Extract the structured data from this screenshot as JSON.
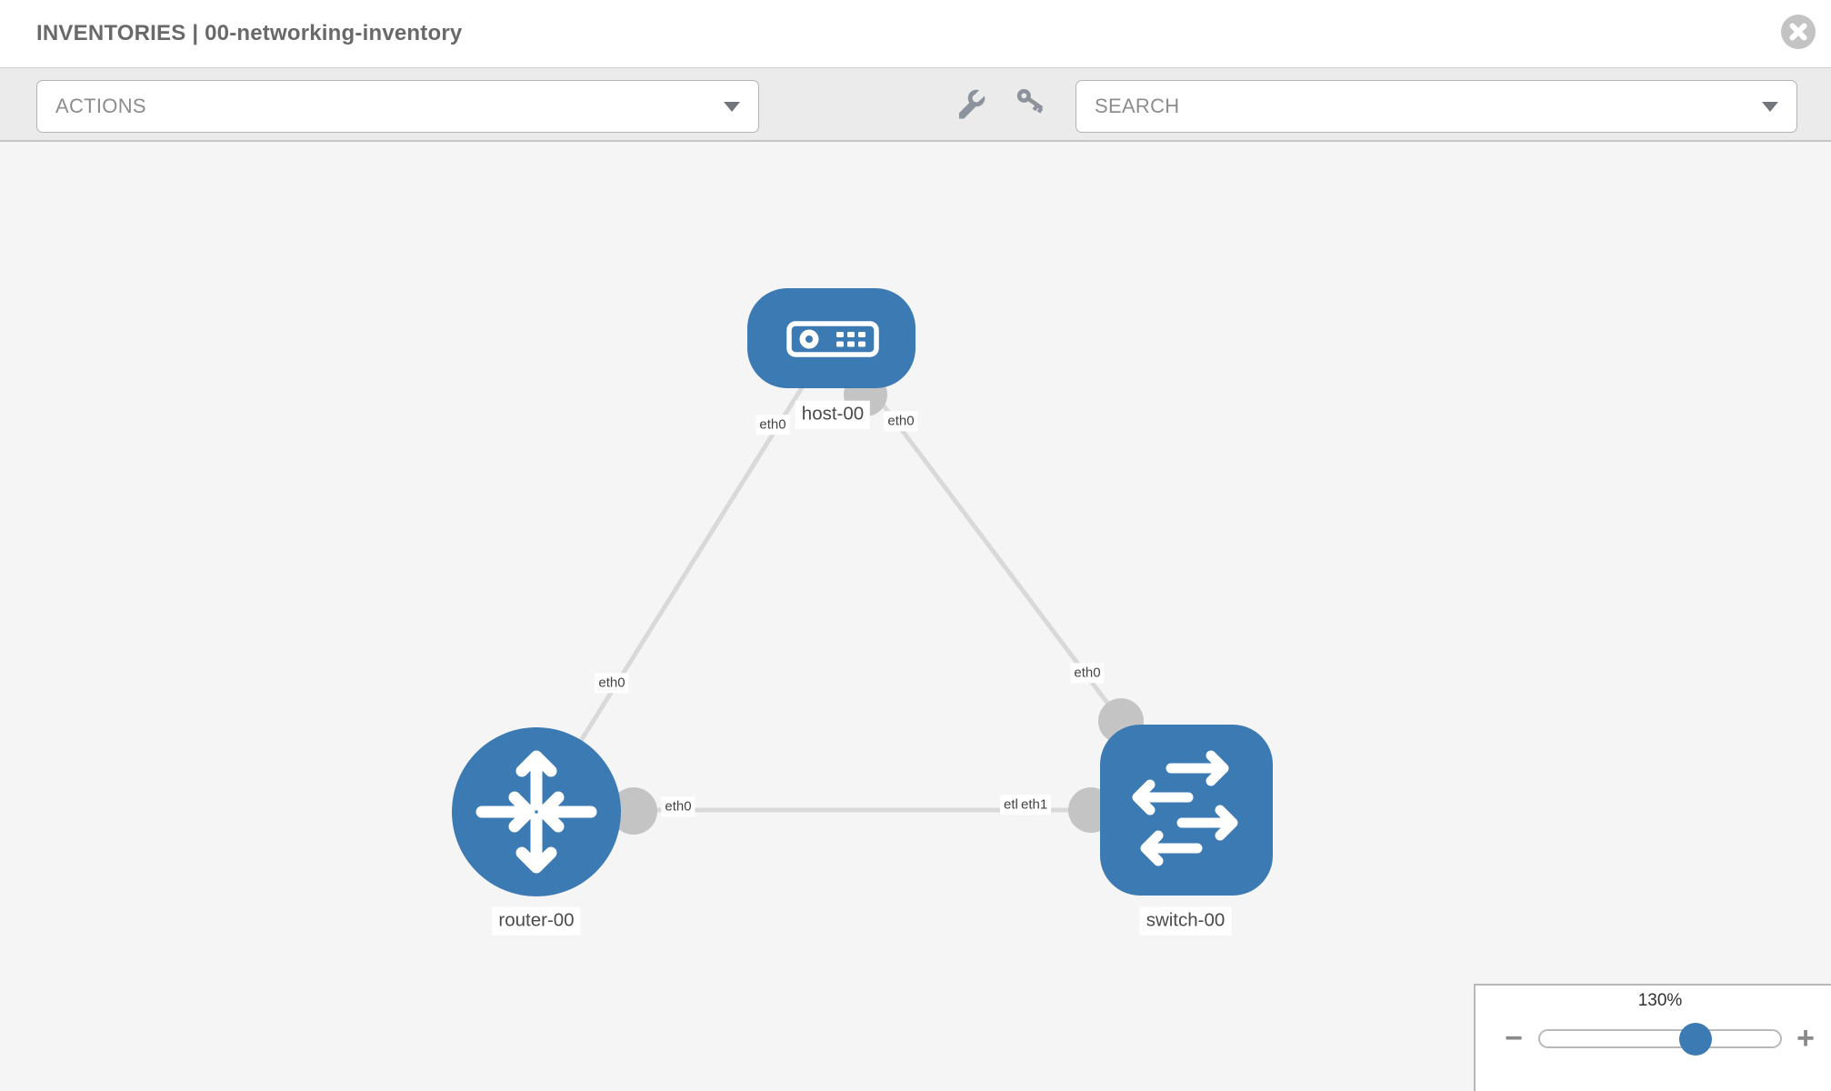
{
  "header": {
    "title": "INVENTORIES | 00-networking-inventory"
  },
  "toolbar": {
    "actions_label": "ACTIONS",
    "search_label": "SEARCH",
    "icons": [
      "wrench-icon",
      "key-icon"
    ]
  },
  "topology": {
    "nodes": [
      {
        "id": "host-00",
        "label": "host-00",
        "type": "host"
      },
      {
        "id": "router-00",
        "label": "router-00",
        "type": "router"
      },
      {
        "id": "switch-00",
        "label": "switch-00",
        "type": "switch"
      }
    ],
    "links": [
      {
        "source": "router-00",
        "source_port": "eth0",
        "target": "host-00",
        "target_port": "eth0"
      },
      {
        "source": "host-00",
        "source_port": "eth0",
        "target": "switch-00",
        "target_port": "eth0"
      },
      {
        "source": "router-00",
        "source_port": "eth0",
        "target": "switch-00",
        "target_port": "eth1",
        "target_port_hidden": "eth0"
      }
    ]
  },
  "zoom_control": {
    "level": "130%",
    "minus_label": "−",
    "plus_label": "+"
  },
  "colors": {
    "node_blue": "#3c7ab4",
    "link_gray": "#d9d9d9",
    "interface_circle": "#c4c4c4",
    "canvas_bg": "#f5f5f5",
    "toolbar_bg": "#ebebeb"
  }
}
